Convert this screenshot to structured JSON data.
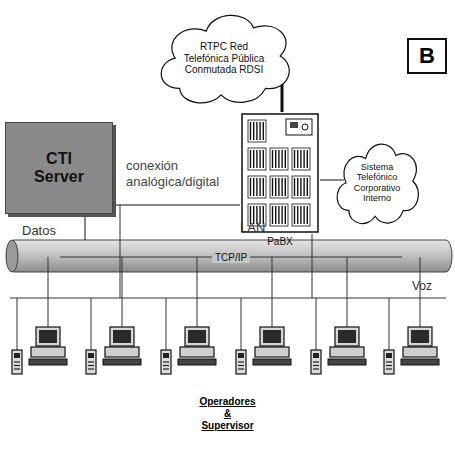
{
  "diagram": {
    "nodes": [
      {
        "text": [
          "RTPC Red Telefónica Pública Conmutada RDSI"
        ]
      },
      {
        "text": [
          "B"
        ]
      },
      {
        "text": [
          "CTI Server"
        ]
      },
      {
        "text": [
          "PaBX"
        ]
      },
      {
        "text": [
          "Sistema Telefónico Corporativo Interno"
        ]
      },
      {
        "text": [
          "LAN"
        ]
      }
    ],
    "edges": [
      {
        "from": 0,
        "to": 3,
        "arrow": "none"
      },
      {
        "from": 2,
        "to": 3,
        "label": "conexión analógica/digital",
        "arrow": "none"
      },
      {
        "from": 3,
        "to": 4,
        "arrow": "none"
      },
      {
        "from": 2,
        "to": 5,
        "arrow": "none"
      }
    ],
    "labels": [
      "Datos",
      "TCP/IP",
      "Voz",
      "Operadores & Supervisor"
    ]
  }
}
